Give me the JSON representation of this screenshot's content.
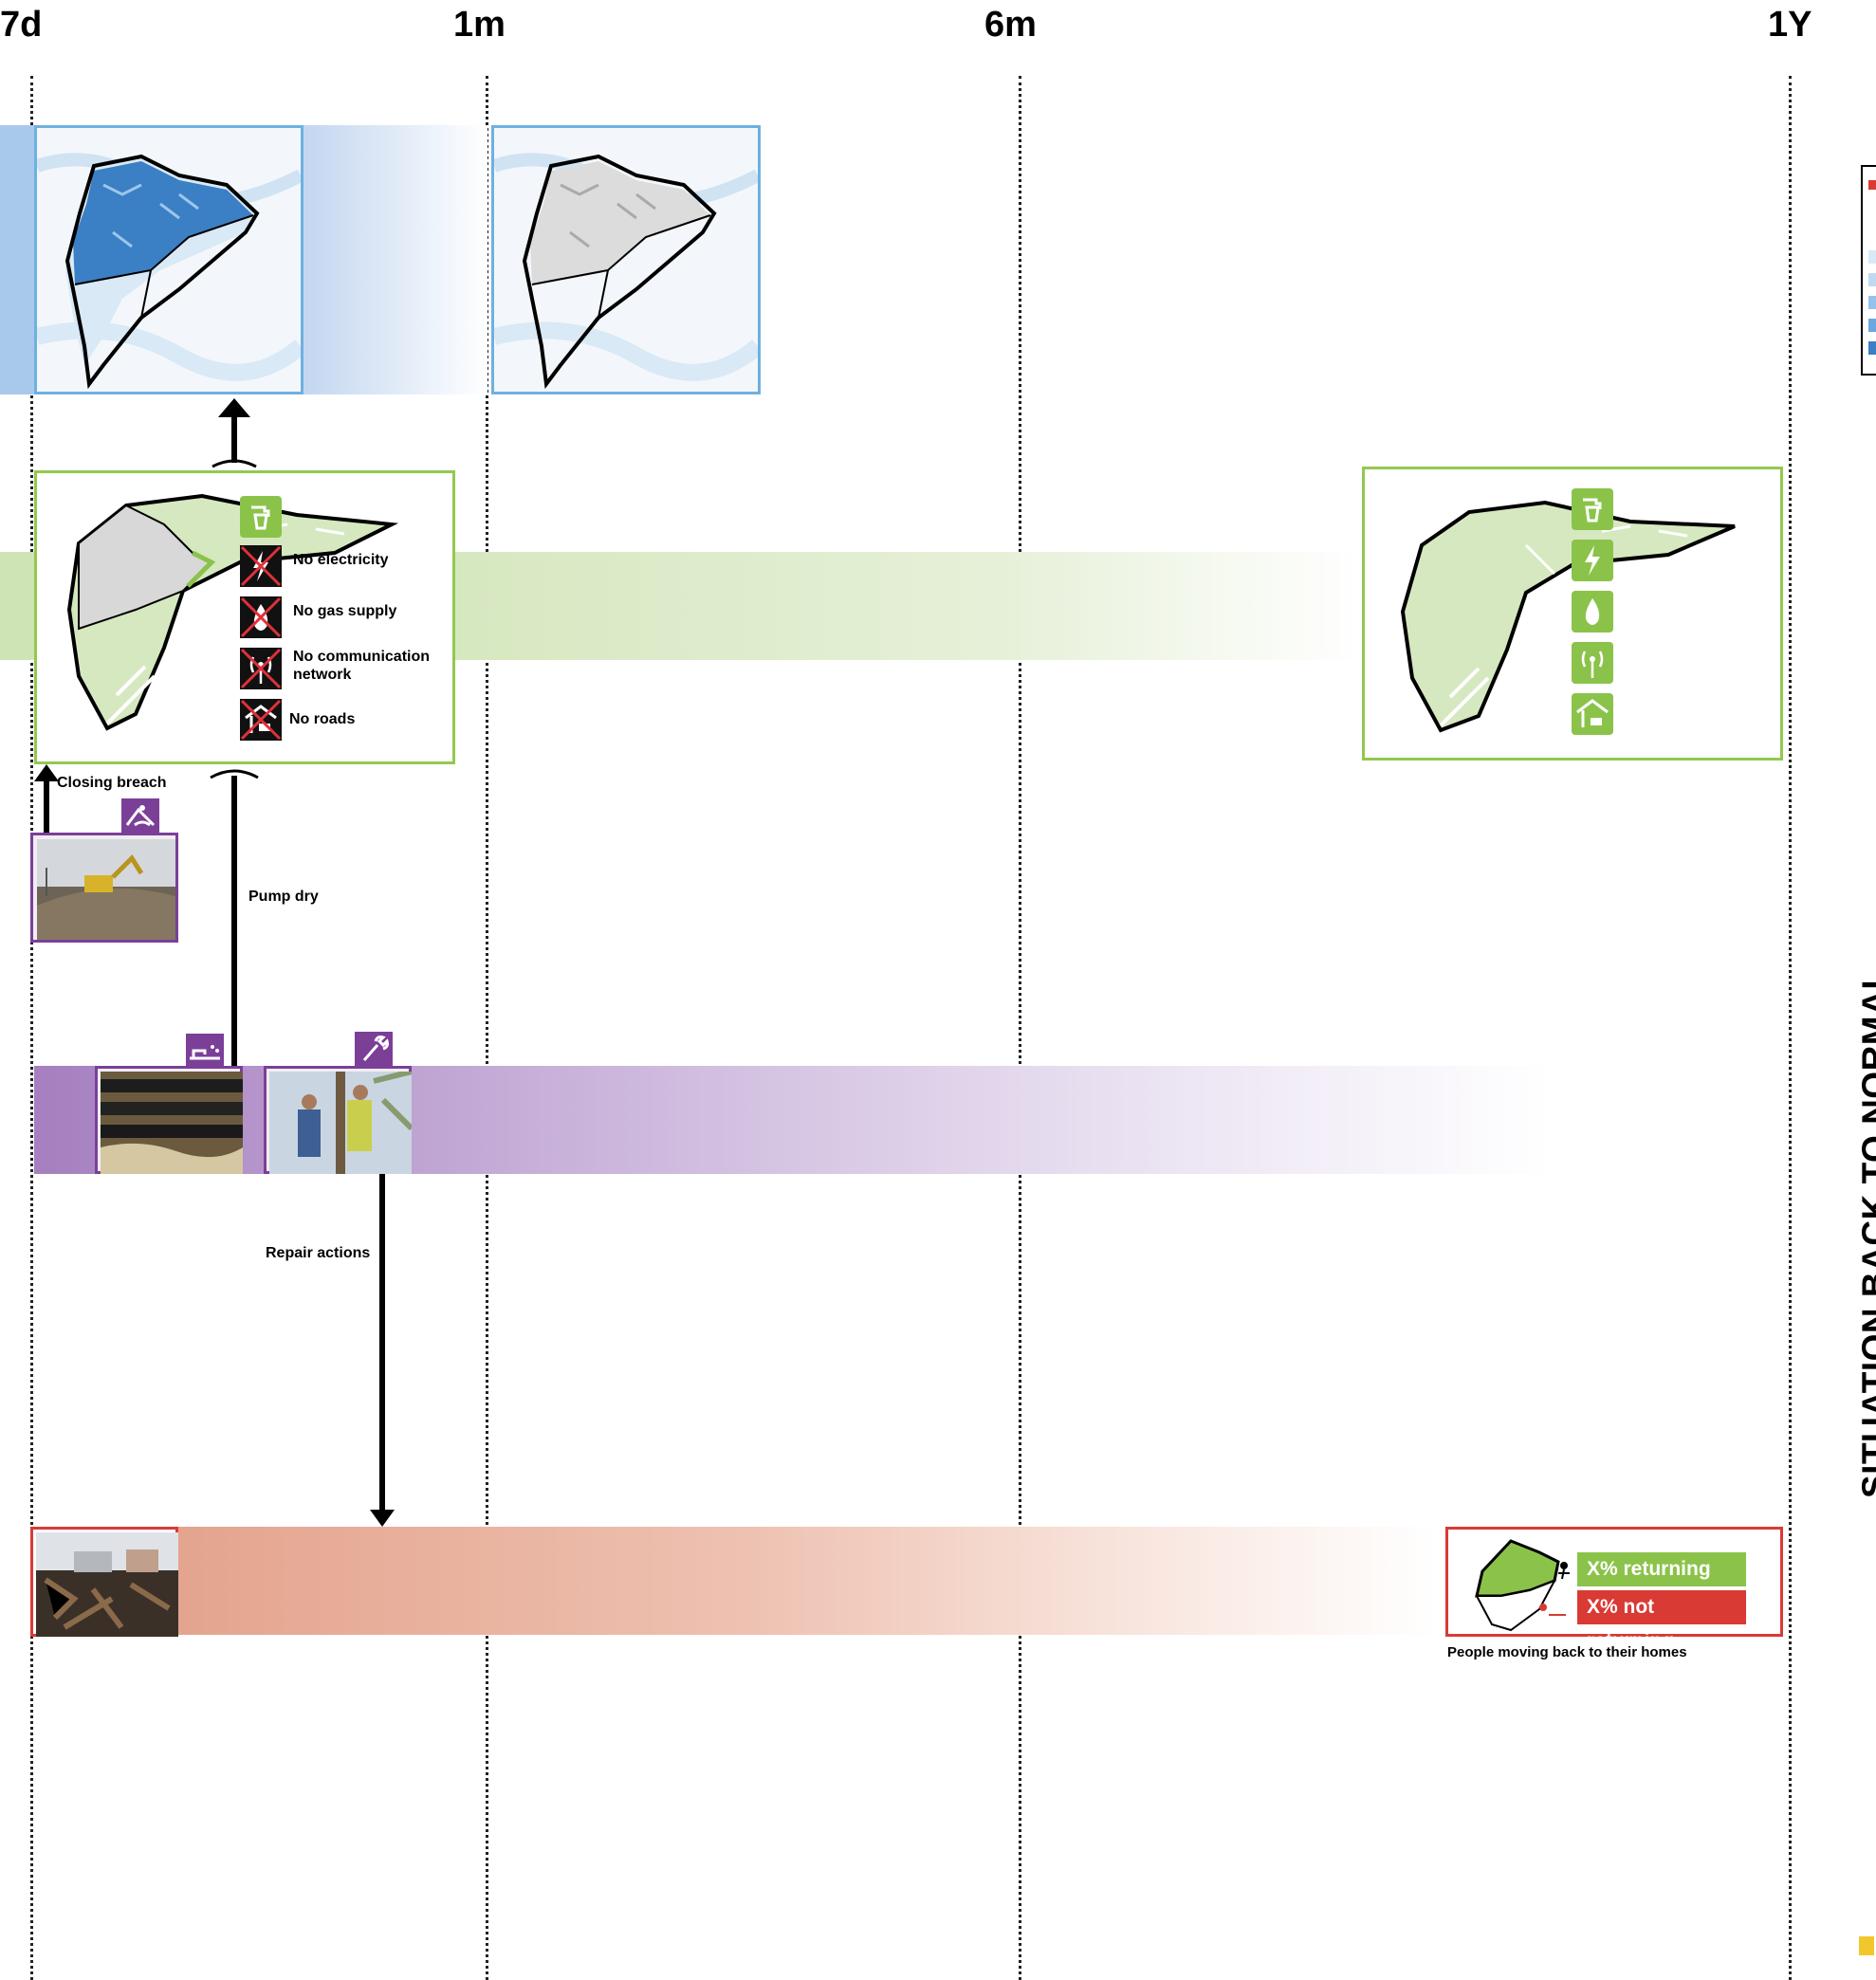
{
  "timeline": {
    "ticks": [
      {
        "label": "7d"
      },
      {
        "label": "1m"
      },
      {
        "label": "6m"
      },
      {
        "label": "1Y"
      }
    ]
  },
  "services_off": [
    {
      "label": "No electricity",
      "icon": "electricity-icon"
    },
    {
      "label": "No gas supply",
      "icon": "gas-flame-icon"
    },
    {
      "label": "No communication network",
      "icon": "antenna-icon"
    },
    {
      "label": "No roads",
      "icon": "road-icon"
    }
  ],
  "services_on_icons": [
    "water-tap-icon",
    "electricity-icon",
    "gas-flame-icon",
    "antenna-icon",
    "road-icon"
  ],
  "actions": {
    "closing_breach": "Closing breach",
    "pump_dry": "Pump dry",
    "repair_actions": "Repair actions"
  },
  "return": {
    "returning": "X% returning",
    "not_returning": "X% not returning",
    "caption": "People moving back to their homes"
  },
  "side_title": "SITUATION BACK TO NORMAL",
  "colors": {
    "green": "#8bc34a",
    "light_green": "#d6e8c0",
    "blue": "#3b7fc4",
    "purple": "#7b3f98",
    "red": "#d93a34",
    "salmon": "#e4a48e"
  }
}
